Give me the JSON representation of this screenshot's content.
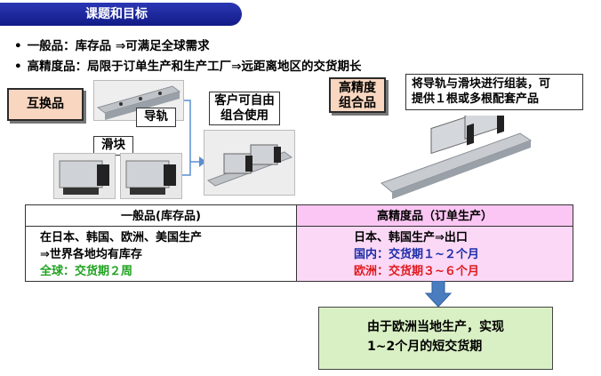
{
  "header": {
    "title": "课题和目标"
  },
  "bullets": [
    "一般品：库存品 ⇒可满足全球需求",
    "高精度品：局限于订单生产和生产工厂⇒远距离地区的交货期长"
  ],
  "left_diagram": {
    "interchangeable_label": "互换品",
    "rail_label": "导轨",
    "block_label": "滑块",
    "customer_label_line1": "客户可自由",
    "customer_label_line2": "组合使用"
  },
  "right_diagram": {
    "set_label_line1": "高精度",
    "set_label_line2": "组合品",
    "desc_line1": "将导轨与滑块进行组装，可",
    "desc_line2": "提供１根或多根配套产品"
  },
  "comparison": {
    "left_header": "一般品(库存品)",
    "left_lines": [
      "在日本、韩国、欧洲、美国生产",
      "⇒世界各地均有库存"
    ],
    "left_highlight": "全球：交货期２周",
    "right_header": "高精度品（订单生产）",
    "right_line1": "日本、韩国生产⇒出口",
    "right_blue": "国内：交货期１~２个月",
    "right_red": "欧洲：交货期３~６个月"
  },
  "result": {
    "line1": "由于欧洲当地生产，实现",
    "line2": "1~2个月的短交货期"
  },
  "colors": {
    "title_bar": "#1a23a0",
    "pink_box": "#f9d6bf",
    "table_right": "#fbc6f3",
    "green_text": "#1fa21f",
    "blue_text": "#1a2ca8",
    "red_text": "#e0191d",
    "arrow": "#4a7dc0",
    "result_box": "#d9f0c4"
  }
}
